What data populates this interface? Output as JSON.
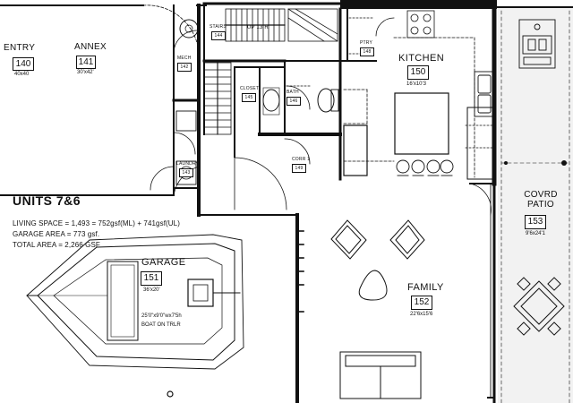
{
  "units": {
    "title": "UNITS 7&6",
    "lines": [
      "LIVING SPACE = 1,493 = 752gsf(ML) + 741gsf(UL)",
      "GARAGE AREA = 773 gsf.",
      "TOTAL AREA = 2,266 GSF"
    ]
  },
  "rooms": {
    "entry": {
      "name": "ENTRY",
      "number": "140",
      "dims": "40x40"
    },
    "annex": {
      "name": "ANNEX",
      "number": "141",
      "dims": "30'x42'"
    },
    "kitchen": {
      "name": "KITCHEN",
      "number": "150",
      "dims": "16'x10'3"
    },
    "family": {
      "name": "FAMILY",
      "number": "152",
      "dims": "22'6x15'6"
    },
    "garage": {
      "name": "GARAGE",
      "number": "151",
      "dims": "36'x20'"
    },
    "patio": {
      "name": "COVRD PATIO",
      "number": "153",
      "dims": "9'6x24'1"
    },
    "mech": {
      "name": "MECH",
      "number": "142"
    },
    "laundry": {
      "name": "LAUNDRY",
      "number": "143"
    },
    "stairs": {
      "name": "STAIRS",
      "number": "144"
    },
    "bath": {
      "name": "BATH",
      "number": "146"
    },
    "closet": {
      "name": "CLOSET",
      "number": "145"
    },
    "pantry": {
      "name": "PTRY",
      "number": "148"
    },
    "corridor": {
      "name": "CORR 1",
      "number": "149"
    }
  },
  "stair_label": "UP 13 R",
  "boat": {
    "line1": "25'0\"x9'0\"wx7'5h",
    "line2": "BOAT ON TRLR"
  }
}
